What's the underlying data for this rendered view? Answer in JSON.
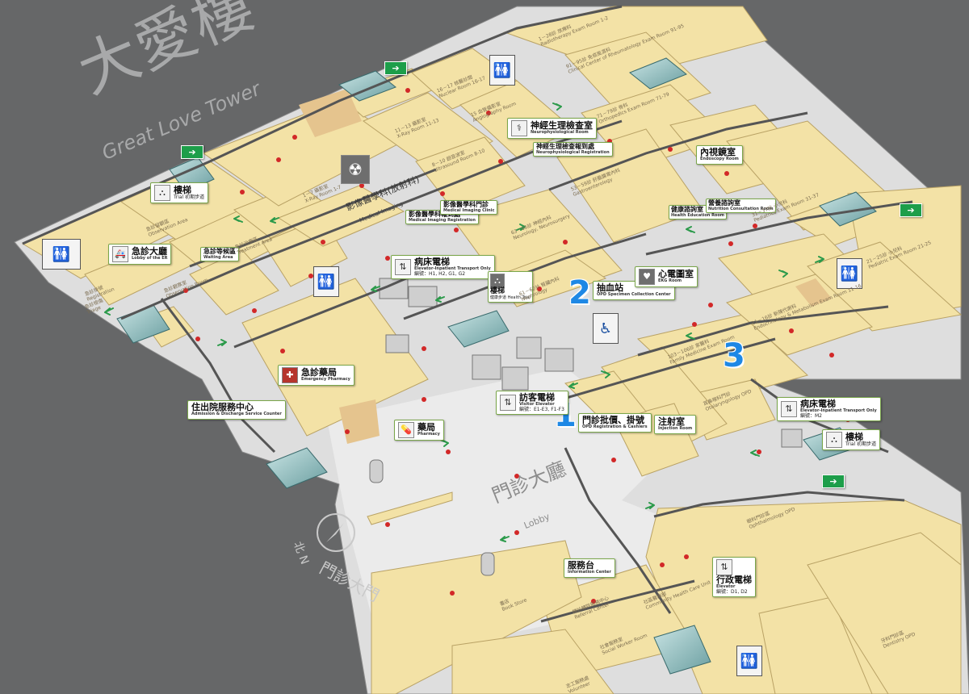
{
  "building": {
    "title_zh": "大愛樓",
    "title_en": "Great Love Tower"
  },
  "lobby": {
    "zh": "門診大廳",
    "en": "Lobby"
  },
  "compass": {
    "north": "北 N",
    "gate": "門診大門"
  },
  "markers": [
    "1",
    "2",
    "3"
  ],
  "labels": {
    "neuro": {
      "zh": "神經生理檢查室",
      "en": "Neurophysiological Room"
    },
    "endoscopy": {
      "zh": "內視鏡室",
      "en": "Endoscopy Room"
    },
    "imaging": {
      "zh": "影像醫學科(放射科)",
      "en": "Medical Imaging"
    },
    "imaging_reg": {
      "zh": "影像醫學科報到處",
      "en": "Medical Imaging Registration"
    },
    "imaging_clinic": {
      "zh": "影像醫學科門診",
      "en": "Medical Imaging Clinic"
    },
    "neuro_reg": {
      "zh": "神經生理檢查報到處",
      "en": "Neurophysiological Registration"
    },
    "stairs_left": {
      "zh": "樓梯",
      "note": "Trial 初期步道"
    },
    "er_lobby": {
      "zh": "急診大廳",
      "en": "Lobby of the ER"
    },
    "er_waiting": {
      "zh": "急診等候區",
      "en": "Waiting Area"
    },
    "patient_elevator_left": {
      "zh": "病床電梯",
      "en": "Elevator-Inpatient Transport Only",
      "note": "編號：H1, H2, G1, G2"
    },
    "stairs_mid": {
      "zh": "樓梯",
      "note": "健康步道 Health Trial"
    },
    "blood": {
      "zh": "抽血站",
      "en": "OPD Specimen Collection Center"
    },
    "ekg": {
      "zh": "心電圖室",
      "en": "EKG Room"
    },
    "health_ed": {
      "zh": "健康諮詢室",
      "en": "Health Education Room"
    },
    "nutrition": {
      "zh": "營養諮詢室",
      "en": "Nutrition Consultation Room"
    },
    "er_pharmacy": {
      "zh": "急診藥局",
      "en": "Emergency Pharmacy"
    },
    "admission": {
      "zh": "住出院服務中心",
      "en": "Admission & Discharge Service Counter"
    },
    "pharmacy": {
      "zh": "藥局",
      "en": "Pharmacy"
    },
    "visitor_elevator": {
      "zh": "訪客電梯",
      "en": "Visitor Elevator",
      "note": "編號：E1-E3, F1-F3"
    },
    "opd_reg": {
      "zh": "門診批價、掛號",
      "en": "OPD Registration & Cashiers"
    },
    "injection": {
      "zh": "注射室",
      "en": "Injection Room"
    },
    "patient_elevator_right": {
      "zh": "病床電梯",
      "en": "Elevator-Inpatient Transport Only",
      "note": "編號：M2"
    },
    "stairs_right": {
      "zh": "樓梯",
      "note": "Trial 初期步道"
    },
    "info": {
      "zh": "服務台",
      "en": "Information Center"
    },
    "admin_elevator": {
      "zh": "行政電梯",
      "en": "Elevator",
      "note": "編號：D1, D2"
    }
  },
  "rooms": [
    {
      "zh": "1－28診 放療科",
      "en": "Radiotherapy Exam Room 1-2"
    },
    {
      "zh": "91－95診 免疫風濕科",
      "en": "Clinical Center of Rheumatology Exam Room 91-95"
    },
    {
      "zh": "71－79診 骨科",
      "en": "Orthopedics Exam Room 71-79"
    },
    {
      "zh": "16－17 核醫診間",
      "en": "Nuclear Room 16-17"
    },
    {
      "zh": "15 血管攝影室",
      "en": "Angiography Room"
    },
    {
      "zh": "11－13 攝影室",
      "en": "X-Ray Room 11-13"
    },
    {
      "zh": "8－10 超音波室",
      "en": "Ultrasound Room 8-10"
    },
    {
      "zh": "1－7 攝影室",
      "en": "X-Ray Room 1-7"
    },
    {
      "zh": "53－59診 肝膽腸胃內科",
      "en": "Gastroenterology"
    },
    {
      "zh": "63－66診 神經內科",
      "en": "Neurology, Neurosurgery"
    },
    {
      "zh": "61－62診 腎臟內科",
      "en": "Nephrology"
    },
    {
      "zh": "31－37診 小兒科",
      "en": "Pediatrics Exam Room 31-37"
    },
    {
      "zh": "21－25診 小兒科",
      "en": "Pediatric Exam Room 21-25"
    },
    {
      "zh": "11－16診 新陳代謝科",
      "en": "Endocrinology & Metabolism Exam Room 11-16"
    },
    {
      "zh": "103－106診 家醫科",
      "en": "Family Medicine Exam Room"
    },
    {
      "zh": "耳鼻喉科門診",
      "en": "Otolaryngology OPD"
    },
    {
      "zh": "眼科門診區",
      "en": "Ophthalmology OPD"
    },
    {
      "zh": "牙科門診區",
      "en": "Dentistry OPD"
    },
    {
      "zh": "社區醫療部",
      "en": "Community Health Care Unit"
    },
    {
      "zh": "社會服務室",
      "en": "Social Worker Room"
    },
    {
      "zh": "轉診轉院服務中心",
      "en": "Referral Center"
    },
    {
      "zh": "書店",
      "en": "Book Store"
    },
    {
      "zh": "急診掛號",
      "en": "Registration"
    },
    {
      "zh": "急診檢傷",
      "en": "Triage"
    },
    {
      "zh": "急診留觀區",
      "en": "Observation Area"
    },
    {
      "zh": "急診治療區",
      "en": "Treatment Area"
    },
    {
      "zh": "急診觀察室",
      "en": "Observation Room"
    },
    {
      "zh": "志工服務處",
      "en": "Volunteer"
    }
  ]
}
